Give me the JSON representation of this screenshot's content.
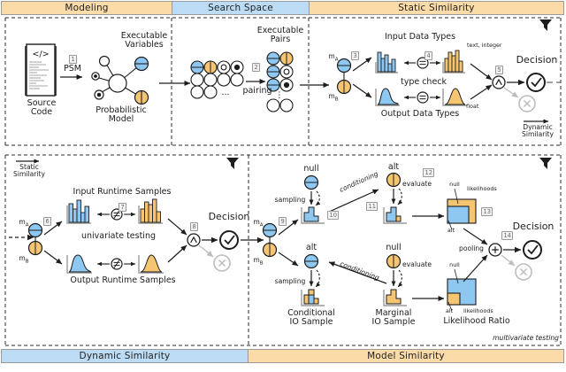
{
  "top_bars": [
    {
      "label": "Modeling",
      "color": "#fbdca9"
    },
    {
      "label": "Search Space",
      "color": "#bcdcf5"
    },
    {
      "label": "Static Similarity",
      "color": "#fbdca9"
    }
  ],
  "bottom_bars": [
    {
      "label": "Dynamic Similarity",
      "color": "#bcdcf5"
    },
    {
      "label": "Model Similarity",
      "color": "#fbdca9"
    }
  ],
  "colors": {
    "orange_fill": "#f6c571",
    "blue_fill": "#8ec7ef",
    "orange_bar": "#fbdca9",
    "blue_bar": "#bcdcf5",
    "stroke": "#1d1d1f",
    "muted": "#bdbdbd",
    "step_box": "#f2f2f2"
  },
  "modeling": {
    "source_code": "Source\nCode",
    "step1": "1",
    "psm": "PSM",
    "executable_variables": "Executable\nVariables",
    "probabilistic_model": "Probabilistic\nModel"
  },
  "search_space": {
    "ellipsis": "...",
    "step2": "2",
    "pairing": "pairing",
    "executable_pairs": "Executable\nPairs",
    "vdots": "⋮"
  },
  "static": {
    "m_a": "m",
    "m_a_sub": "A",
    "m_b": "m",
    "m_b_sub": "B",
    "step3": "3",
    "input_data_types": "Input Data Types",
    "output_data_types": "Output Data Types",
    "step4": "4",
    "type_check": "type check",
    "text_integer": "text, integer",
    "float": "float",
    "step5": "5",
    "decision": "Decision",
    "next_link": "Dynamic\nSimilarity"
  },
  "dynamic": {
    "prev_link": "Static\nSimilarity",
    "m_a": "m",
    "m_a_sub": "A",
    "m_b": "m",
    "m_b_sub": "B",
    "step6": "6",
    "input_runtime_samples": "Input Runtime Samples",
    "output_runtime_samples": "Output Runtime Samples",
    "step7": "7",
    "univariate_testing": "univariate testing",
    "step8": "8",
    "decision": "Decision"
  },
  "model": {
    "m_a": "m",
    "m_a_sub": "A",
    "m_b": "m",
    "m_b_sub": "B",
    "step9": "9",
    "null_top": "null",
    "sampling_top": "sampling",
    "step10": "10",
    "conditioning_top": "conditioning",
    "alt_top": "alt",
    "step11": "11",
    "evaluate_top": "evaluate",
    "step12": "12",
    "null_box_top": "null",
    "alt_box_top": "alt",
    "likelihoods_top": "likelihoods",
    "step13": "13",
    "alt_bottom": "alt",
    "sampling_bottom": "sampling",
    "conditioning_bottom": "conditioning",
    "null_bottom": "null",
    "evaluate_bottom": "evaluate",
    "conditional_io_sample": "Conditional\nIO Sample",
    "marginal_io_sample": "Marginal\nIO Sample",
    "null_box_bottom": "null",
    "alt_box_bottom": "alt",
    "likelihoods_bottom": "likelihoods",
    "likelihood_ratio": "Likelihood Ratio",
    "pooling": "pooling",
    "step14": "14",
    "decision": "Decision",
    "multivariate_testing": "multivariate testing"
  }
}
